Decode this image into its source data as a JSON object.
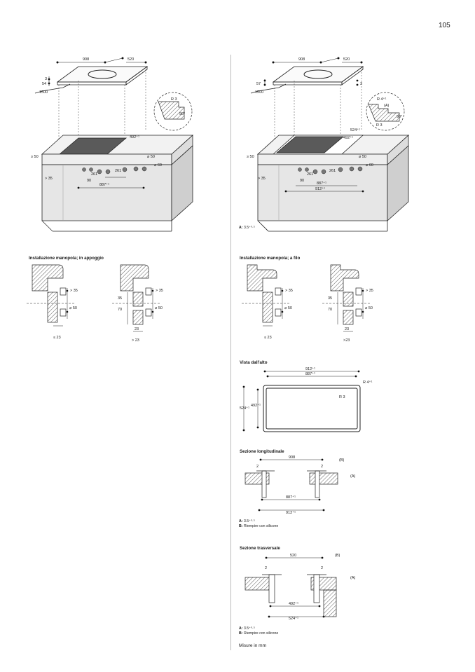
{
  "page_number": "105",
  "left": {
    "cooktop": {
      "width": "908",
      "depth": "520",
      "thk_top": "3",
      "thk_body": "54",
      "cable": "1500",
      "radius": "R 3",
      "angle": "90°",
      "cutout_depth": "492⁺¹",
      "left_clear": "≥ 50",
      "knob_clear": "> 35",
      "spacing_a": "261",
      "spacing_b": "261",
      "knob_dist": "90",
      "knob_diam": "⌀ 50",
      "knob_diam2": "⌀ 60",
      "cutout_width": "887⁺¹"
    },
    "section_title": "Installazione manopola; in appoggio",
    "knob_a": {
      "gap": "> 35",
      "diam": "⌀ 50",
      "bottom": "≤ 23"
    },
    "knob_b": {
      "gap": "> 35",
      "h1": "35",
      "h2": "70",
      "diam": "⌀ 50",
      "w": "23",
      "bottom": "> 23"
    }
  },
  "right": {
    "cooktop": {
      "width": "908",
      "depth": "520",
      "thk_top": "57",
      "thk_side": "3",
      "cable": "1500",
      "radius": "R 3",
      "radius2": "R 4⁺¹",
      "angle": "90°",
      "a_label": "(A)",
      "depth1": "524⁺¹",
      "depth2": "492⁺¹",
      "left_clear": "≥ 50",
      "knob_clear": "> 35",
      "spacing_a": "261",
      "spacing_b": "261",
      "knob_dist": "90",
      "knob_diam": "⌀ 50",
      "knob_diam2": "⌀ 60",
      "cutout_width1": "887⁺¹",
      "cutout_width2": "912⁺¹"
    },
    "note_a_label": "A:",
    "note_a_value": "3.5⁺⁰·⁵",
    "section_title": "Installazione manopola; a filo",
    "knob_a": {
      "gap": "> 35",
      "diam": "⌀ 50",
      "bottom": "≤ 23"
    },
    "knob_b": {
      "gap": "> 35",
      "h1": "35",
      "h2": "70",
      "diam": "⌀ 50",
      "w": "23",
      "bottom": ">23"
    },
    "top_view": {
      "title": "Vista dall'alto",
      "w1": "912⁺¹",
      "w2": "887⁺¹",
      "r_outer": "R 4⁺¹",
      "r_inner": "R 3",
      "d1": "524⁺¹",
      "d2": "492⁺¹"
    },
    "long_section": {
      "title": "Sezione longitudinale",
      "top": "908",
      "gap_l": "2",
      "gap_r": "2",
      "b": "(B)",
      "a": "(A)",
      "inner": "887⁺¹",
      "outer": "912⁺¹",
      "note_a_label": "A:",
      "note_a_value": "3.5⁺⁰·⁵",
      "note_b_label": "B:",
      "note_b_value": "Riempire con silicone"
    },
    "cross_section": {
      "title": "Sezione trasversale",
      "top": "520",
      "gap_l": "2",
      "gap_r": "2",
      "b": "(B)",
      "a": "(A)",
      "inner": "492⁺¹",
      "outer": "524⁺¹",
      "note_a_label": "A:",
      "note_a_value": "3.5⁺⁰·⁵",
      "note_b_label": "B:",
      "note_b_value": "Riempire con silicone"
    },
    "footer": "Misure in mm"
  }
}
